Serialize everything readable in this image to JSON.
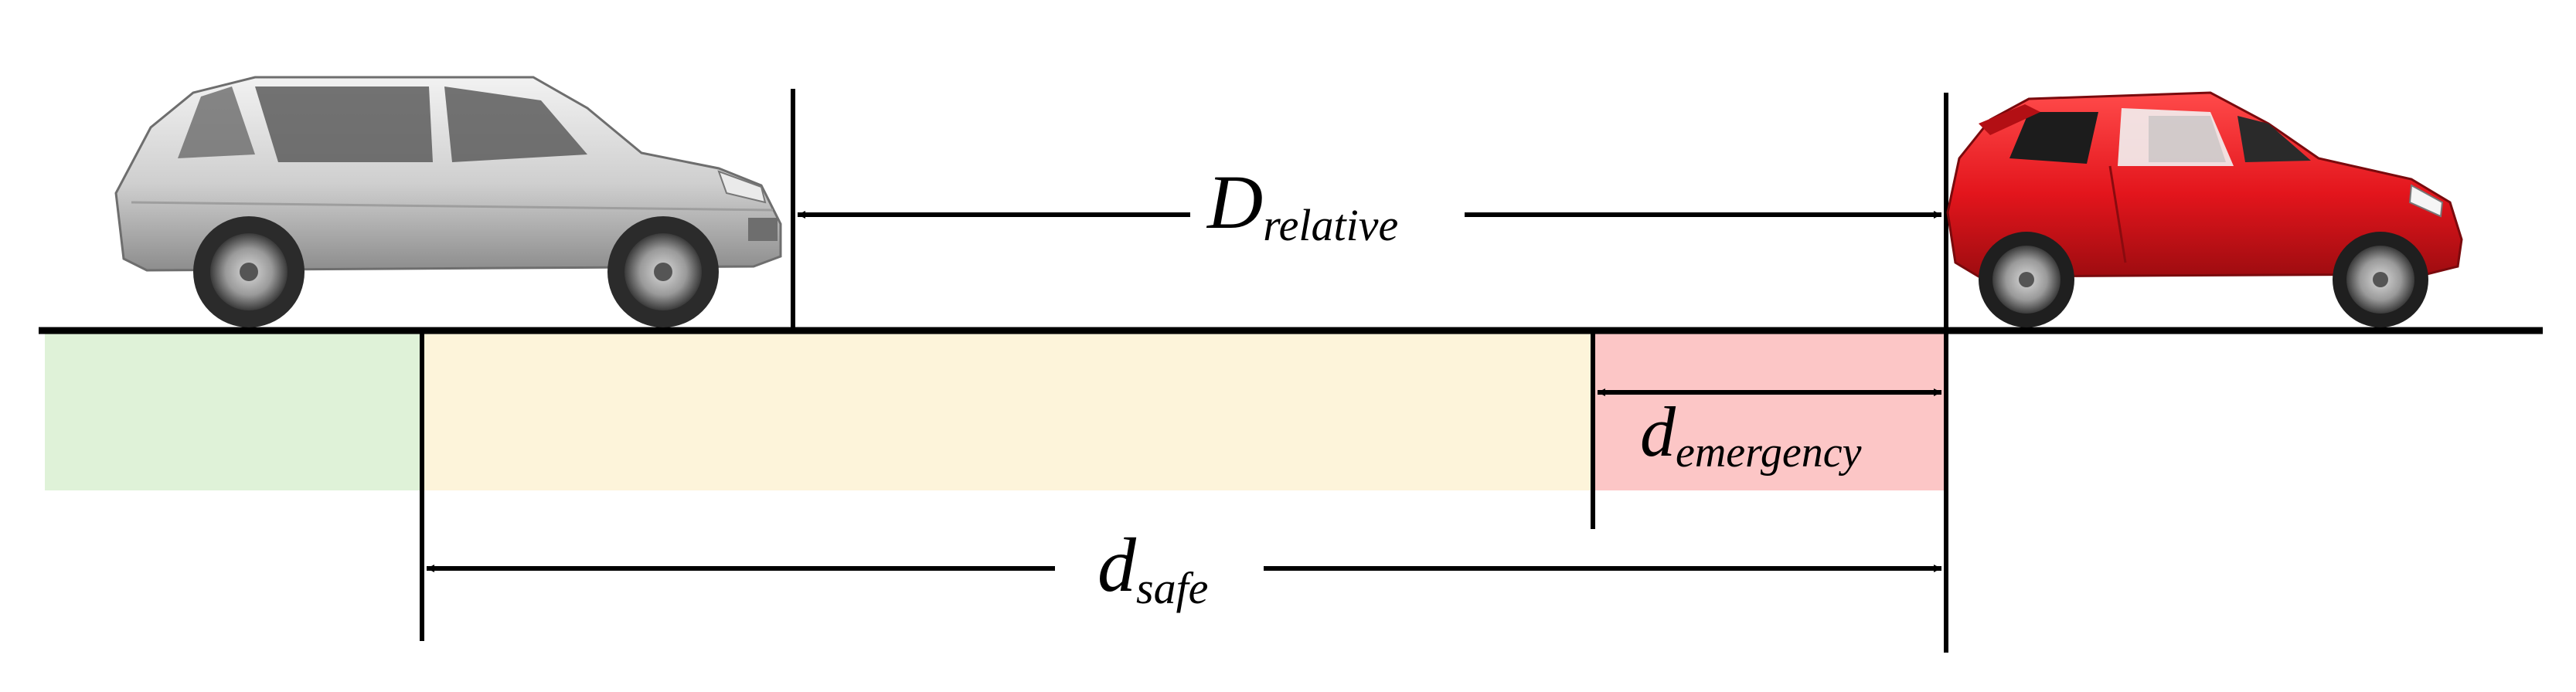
{
  "colors": {
    "safe_zone": "#dff2d8",
    "warning_zone": "#fdf4da",
    "emergency_zone": "#fcc6c6",
    "line": "#000000",
    "lead_car_body": "#e3151c",
    "follow_car_body": "#d8d8d8"
  },
  "labels": {
    "relative": {
      "main": "D",
      "sub": "relative"
    },
    "emergency": {
      "main": "d",
      "sub": "emergency"
    },
    "safe": {
      "main": "d",
      "sub": "safe"
    }
  },
  "vehicles": {
    "following": {
      "icon": "suv-icon"
    },
    "leading": {
      "icon": "hatchback-icon"
    }
  }
}
